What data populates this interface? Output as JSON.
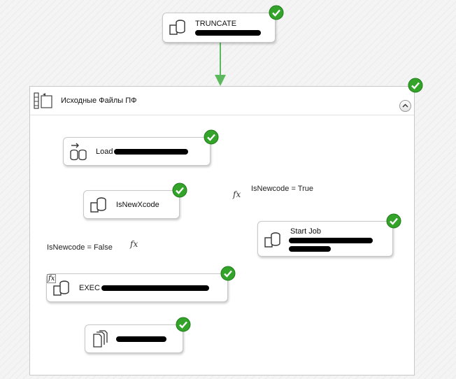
{
  "colors": {
    "success": "#33a32a",
    "arrow": "#5cb85c",
    "task_border": "#c8c8c8"
  },
  "tasks": {
    "truncate": {
      "name": "TRUNCATE",
      "icon": "execute-sql-task-icon",
      "status": "success"
    },
    "load": {
      "name": "Load",
      "icon": "data-flow-task-icon",
      "status": "success"
    },
    "isnewxcode": {
      "name": "IsNewXcode",
      "icon": "execute-sql-task-icon",
      "status": "success"
    },
    "start_job": {
      "name": "Start Job",
      "icon": "execute-sql-task-icon",
      "status": "success"
    },
    "exec": {
      "name": "EXEC",
      "icon": "execute-sql-task-icon",
      "status": "success",
      "has_expression": true
    },
    "last": {
      "name": "",
      "icon": "file-system-task-icon",
      "status": "success"
    }
  },
  "container": {
    "title": "Исходные Файлы ПФ",
    "icon": "sequence-container-icon",
    "status": "success"
  },
  "constraints": {
    "true_label": "IsNewcode = True",
    "false_label": "IsNewcode = False",
    "expression_symbol": "fx"
  }
}
